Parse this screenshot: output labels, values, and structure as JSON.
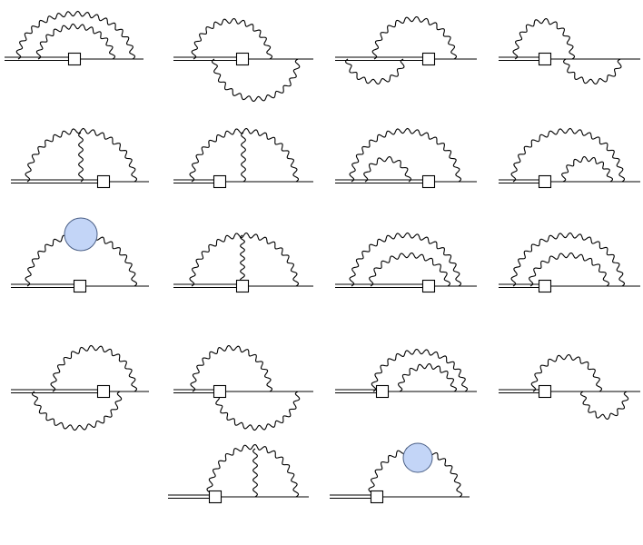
{
  "figure": {
    "description_free": true,
    "colors": {
      "line": "#000000",
      "vertex_fill": "#ffffff",
      "blob_fill": "#c3d5f7",
      "blob_stroke": "#4a5f86"
    },
    "diagrams": [
      {
        "id": "d1",
        "photons": [
          "outer-arc",
          "inner-arc"
        ],
        "vertex": "box",
        "blob": false
      },
      {
        "id": "d2",
        "photons": [
          "upper-arc",
          "lower-arc"
        ],
        "vertex": "box",
        "blob": false
      },
      {
        "id": "d3",
        "photons": [
          "upper-arc",
          "lower-arc"
        ],
        "vertex": "box",
        "blob": false
      },
      {
        "id": "d4",
        "photons": [
          "upper-arc",
          "lower-arc"
        ],
        "vertex": "box",
        "blob": false
      },
      {
        "id": "d5",
        "photons": [
          "arc",
          "vertical-rung"
        ],
        "vertex": "box",
        "blob": false
      },
      {
        "id": "d6",
        "photons": [
          "arc",
          "vertical-rung"
        ],
        "vertex": "box",
        "blob": false
      },
      {
        "id": "d7",
        "photons": [
          "outer-arc",
          "inner-arc"
        ],
        "vertex": "box",
        "blob": false
      },
      {
        "id": "d8",
        "photons": [
          "outer-arc",
          "inner-arc"
        ],
        "vertex": "box",
        "blob": false
      },
      {
        "id": "d9",
        "photons": [
          "arc"
        ],
        "vertex": "box",
        "blob": true
      },
      {
        "id": "d10",
        "photons": [
          "arc",
          "vertical-rung"
        ],
        "vertex": "box",
        "blob": false
      },
      {
        "id": "d11",
        "photons": [
          "outer-arc",
          "inner-arc"
        ],
        "vertex": "box",
        "blob": false
      },
      {
        "id": "d12",
        "photons": [
          "outer-arc",
          "inner-arc"
        ],
        "vertex": "box",
        "blob": false
      },
      {
        "id": "d13",
        "photons": [
          "upper-arc",
          "lower-arc"
        ],
        "vertex": "box",
        "blob": false
      },
      {
        "id": "d14",
        "photons": [
          "upper-arc",
          "lower-arc"
        ],
        "vertex": "box",
        "blob": false
      },
      {
        "id": "d15",
        "photons": [
          "outer-arc",
          "inner-arc"
        ],
        "vertex": "box",
        "blob": false
      },
      {
        "id": "d16",
        "photons": [
          "upper-arc",
          "lower-arc"
        ],
        "vertex": "box",
        "blob": false
      },
      {
        "id": "d17",
        "photons": [
          "arc",
          "vertical-rung"
        ],
        "vertex": "box",
        "blob": false
      },
      {
        "id": "d18",
        "photons": [
          "arc"
        ],
        "vertex": "box",
        "blob": true
      }
    ]
  }
}
